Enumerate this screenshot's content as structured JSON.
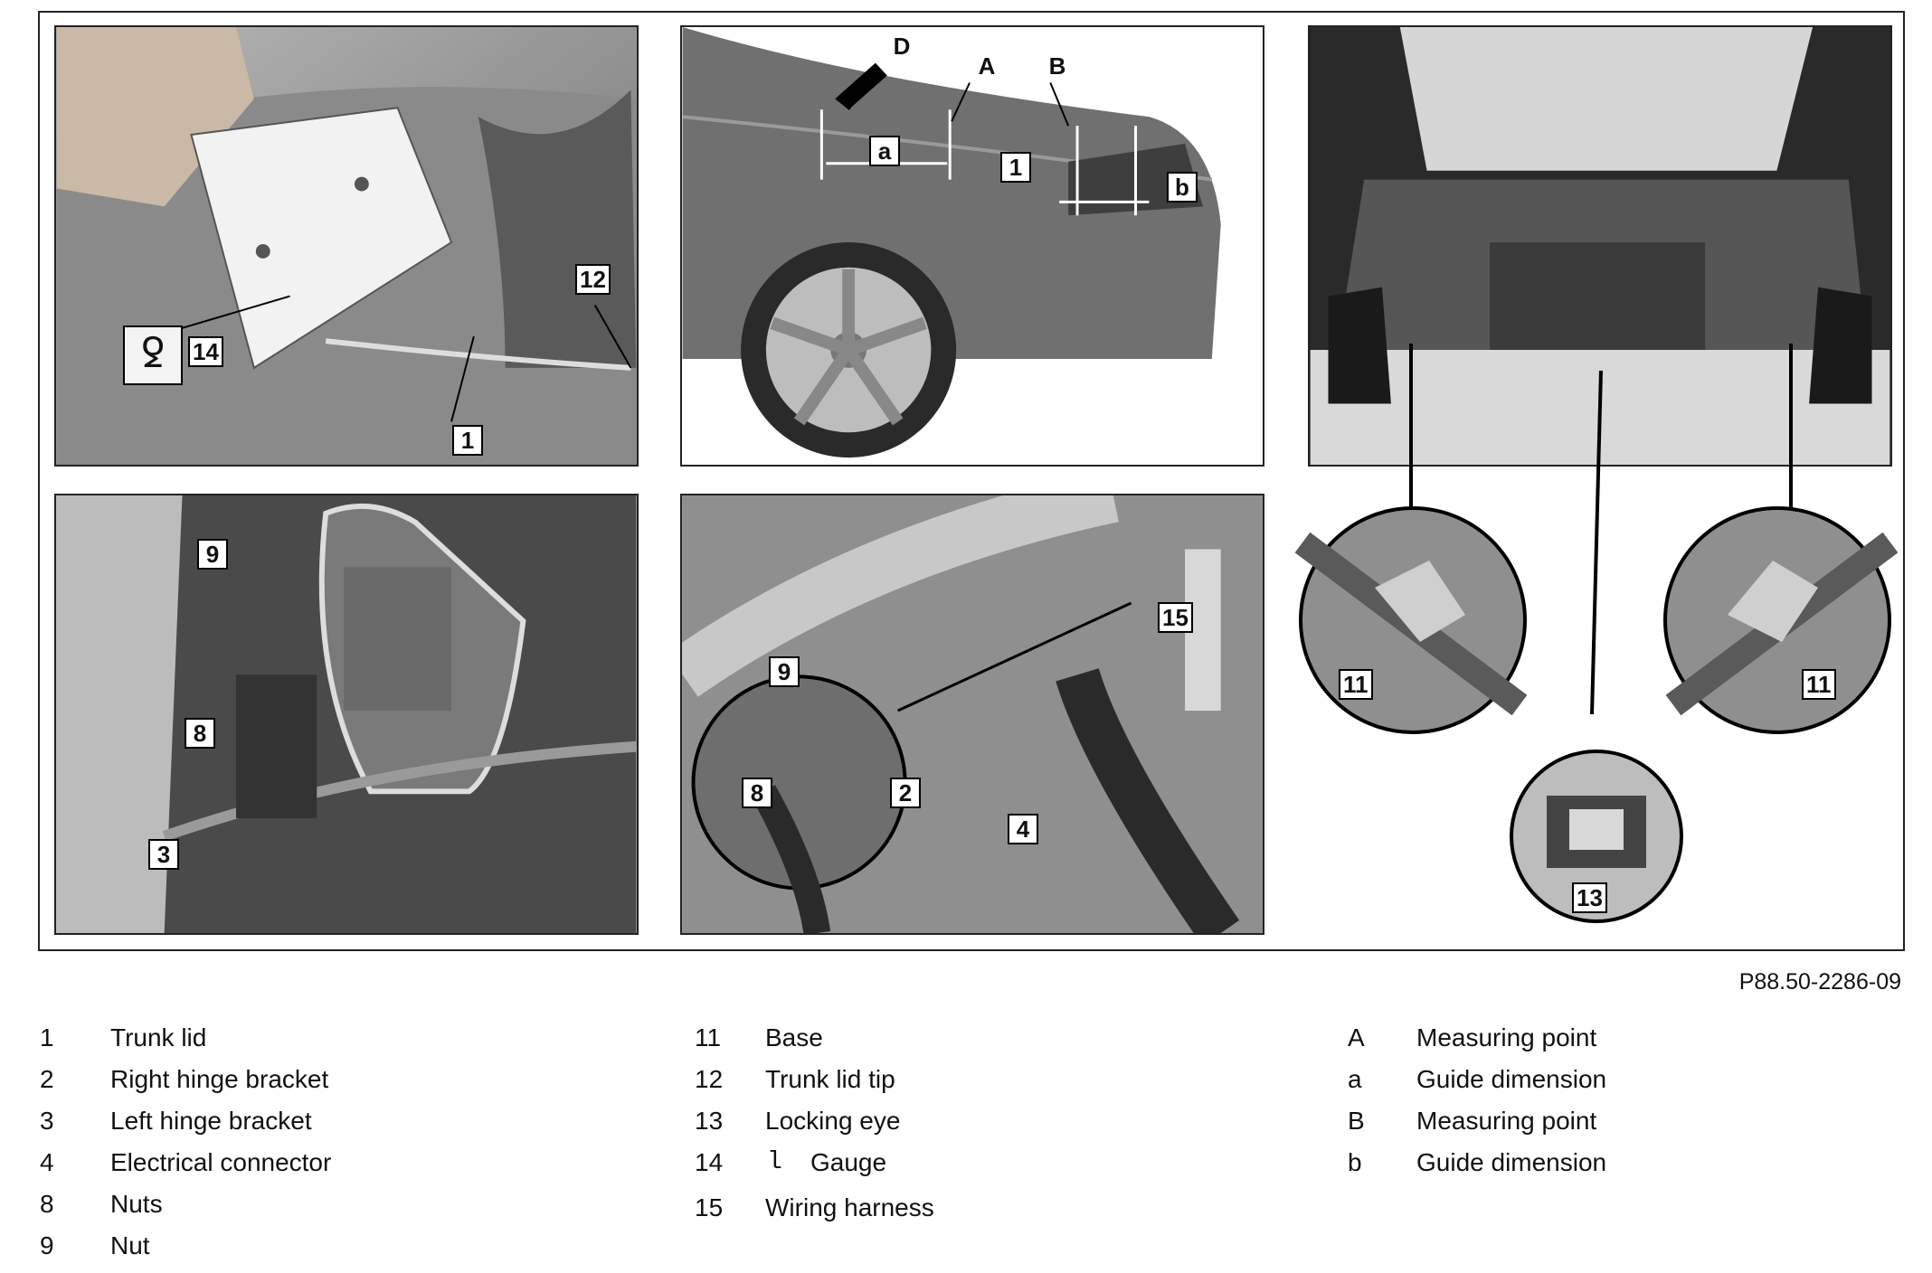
{
  "figure_number": "P88.50-2286-09",
  "callouts": {
    "p1": [
      "14",
      "12",
      "1"
    ],
    "p2": [
      "D",
      "A",
      "B",
      "a",
      "1",
      "b"
    ],
    "p3": [
      "11",
      "11",
      "13"
    ],
    "p4": [
      "9",
      "8",
      "3"
    ],
    "p5": [
      "9",
      "8",
      "2",
      "4",
      "15"
    ]
  },
  "gauge_symbol": "ꝿ",
  "legend": {
    "col1": [
      {
        "key": "1",
        "label": "Trunk lid"
      },
      {
        "key": "2",
        "label": "Right hinge bracket"
      },
      {
        "key": "3",
        "label": "Left hinge bracket"
      },
      {
        "key": "4",
        "label": "Electrical connector"
      },
      {
        "key": "8",
        "label": "Nuts"
      },
      {
        "key": "9",
        "label": "Nut"
      }
    ],
    "col2": [
      {
        "key": "11",
        "label": "Base"
      },
      {
        "key": "12",
        "label": "Trunk lid tip"
      },
      {
        "key": "13",
        "label": "Locking eye"
      },
      {
        "key": "14",
        "label": "Gauge",
        "prefix": "l"
      },
      {
        "key": "15",
        "label": "Wiring harness"
      }
    ],
    "col3": [
      {
        "key": "A",
        "label": "Measuring point"
      },
      {
        "key": "a",
        "label": "Guide dimension"
      },
      {
        "key": "B",
        "label": "Measuring point"
      },
      {
        "key": "b",
        "label": "Guide dimension"
      }
    ]
  }
}
